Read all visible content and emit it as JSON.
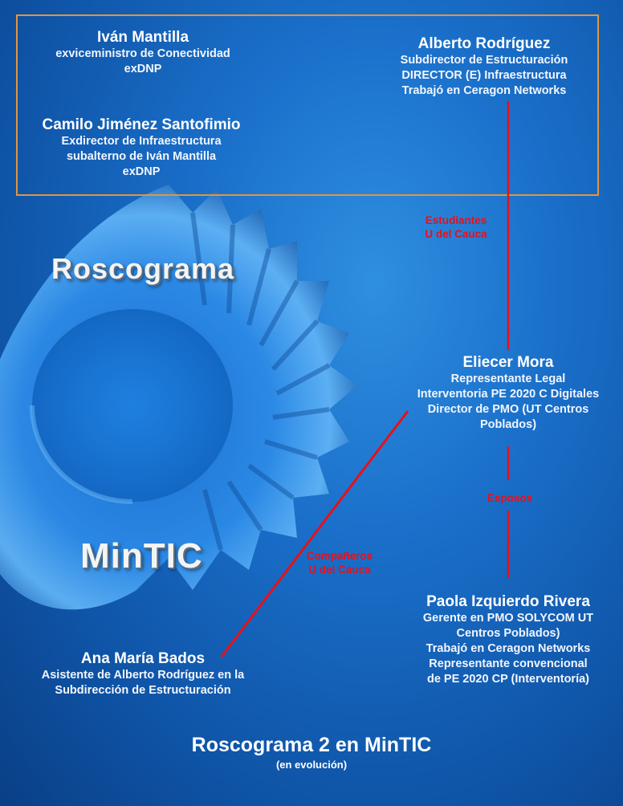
{
  "people": {
    "ivan": {
      "name": "Iván Mantilla",
      "lines": [
        "exviceministro de Conectividad",
        "exDNP"
      ]
    },
    "camilo": {
      "name": "Camilo Jiménez Santofimio",
      "lines": [
        "Exdirector de Infraestructura",
        "subalterno de Iván Mantilla",
        "exDNP"
      ]
    },
    "alberto": {
      "name": "Alberto Rodríguez",
      "lines": [
        "Subdirector de Estructuración",
        "DIRECTOR (E) Infraestructura",
        "Trabajó en Ceragon Networks"
      ]
    },
    "eliecer": {
      "name": "Eliecer Mora",
      "lines": [
        "Representante Legal",
        "Interventoria PE 2020 C Digitales",
        "Director de PMO (UT Centros",
        "Poblados)"
      ]
    },
    "paola": {
      "name": "Paola Izquierdo Rivera",
      "lines": [
        "Gerente en PMO SOLYCOM UT",
        "Centros Poblados)",
        "Trabajó en Ceragon Networks",
        "Representante convencional",
        "de PE 2020 CP (Interventoría)"
      ]
    },
    "ana": {
      "name": "Ana María Bados",
      "lines": [
        "Asistente de Alberto Rodríguez en la",
        "Subdirección de Estructuración"
      ]
    }
  },
  "relations": {
    "estudiantes": [
      "Estudiantes",
      "U del Cauca"
    ],
    "esposos": [
      "Esposos"
    ],
    "companeros": [
      "Compañeros",
      "U del Cauca"
    ]
  },
  "logo": {
    "word1": "Roscograma",
    "word2": "MinTIC"
  },
  "footer": {
    "title": "Roscograma 2 en MinTIC",
    "subtitle": "(en evolución)"
  },
  "colors": {
    "frame": "#e3953a",
    "relation": "#e8101a",
    "background": "#1a6fc9"
  }
}
